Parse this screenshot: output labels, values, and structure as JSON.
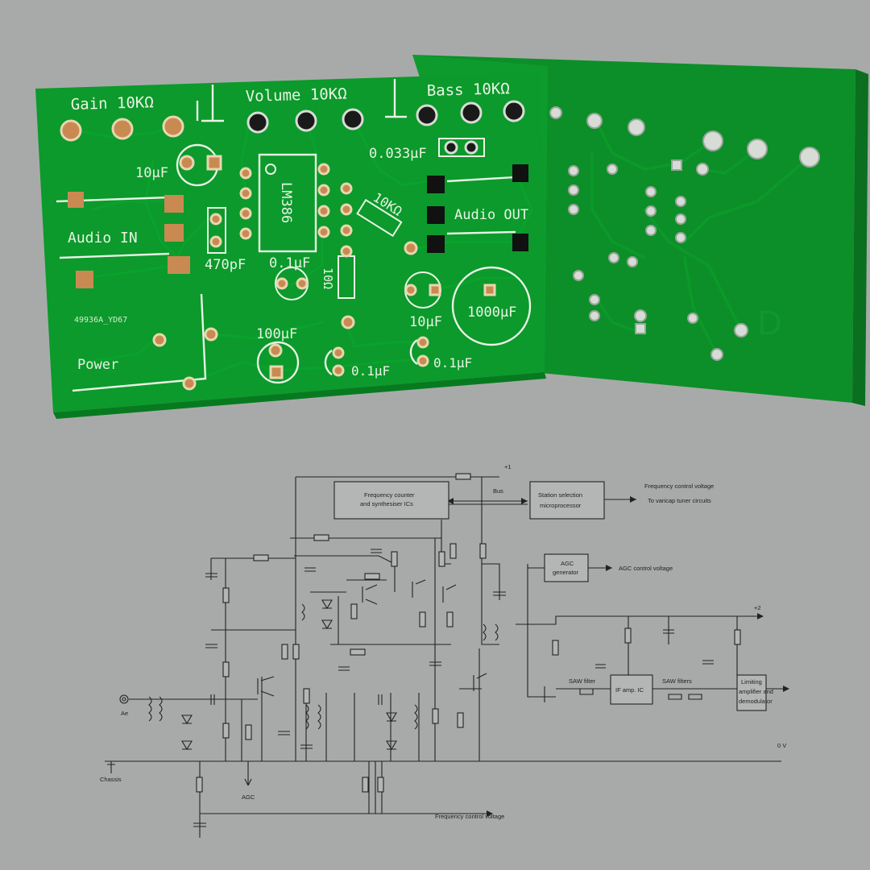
{
  "pcb": {
    "gain_label": "Gain 10KΩ",
    "volume_label": "Volume 10KΩ",
    "bass_label": "Bass 10KΩ",
    "cap_10uf": "10μF",
    "cap_0033uf": "0.033μF",
    "ic_label": "LM386",
    "res_10k": "10KΩ",
    "audio_out": "Audio OUT",
    "audio_in": "Audio IN",
    "cap_470pf": "470pF",
    "cap_01uf_a": "0.1μF",
    "res_10": "10Ω",
    "cap_10uf_b": "10μF",
    "cap_1000uf": "1000μF",
    "board_id": "49936A_YD67",
    "cap_100uf": "100μF",
    "power": "Power",
    "cap_01uf_b": "0.1μF",
    "cap_01uf_c": "0.1μF"
  },
  "schematic": {
    "supply_1": "+1",
    "freq_counter_1": "Frequency counter",
    "freq_counter_2": "and synthesiser ICs",
    "bus": "Bus",
    "station_1": "Station selection",
    "station_2": "microprocessor",
    "freq_ctrl_top": "Frequency control voltage",
    "varicap": "To varicap tuner circuits",
    "agc_gen_1": "AGC",
    "agc_gen_2": "generator",
    "agc_ctrl": "AGC control voltage",
    "supply_2": "+2",
    "saw_filter": "SAW filter",
    "if_amp": "IF amp. IC",
    "saw_filters": "SAW filters",
    "limit_1": "Limiting",
    "limit_2": "amplifier and",
    "limit_3": "demodulator",
    "zero_v": "0 V",
    "aerial": "Ae",
    "chassis": "Chassis",
    "agc": "AGC",
    "freq_ctrl_bottom": "Frequency control voltage"
  }
}
